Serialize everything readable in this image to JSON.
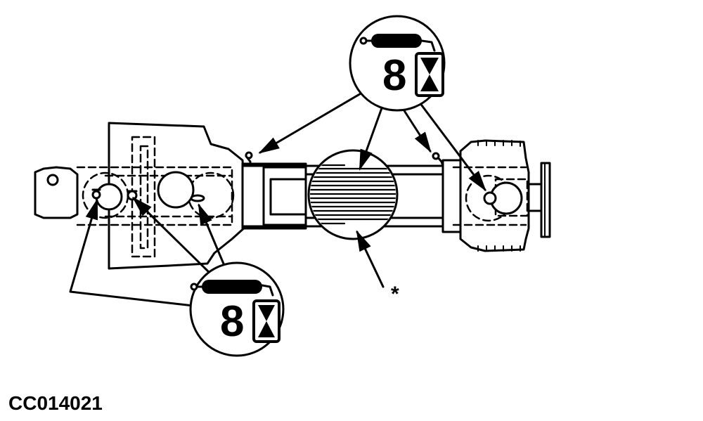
{
  "figure": {
    "code": "CC014021",
    "callout_top": {
      "interval": "8"
    },
    "callout_bottom": {
      "interval": "8"
    },
    "star_mark": "*"
  },
  "colors": {
    "ink": "#000000",
    "paper": "#ffffff"
  },
  "icons": [
    "grease-gun-icon",
    "hourglass-icon",
    "arrow-icon"
  ]
}
